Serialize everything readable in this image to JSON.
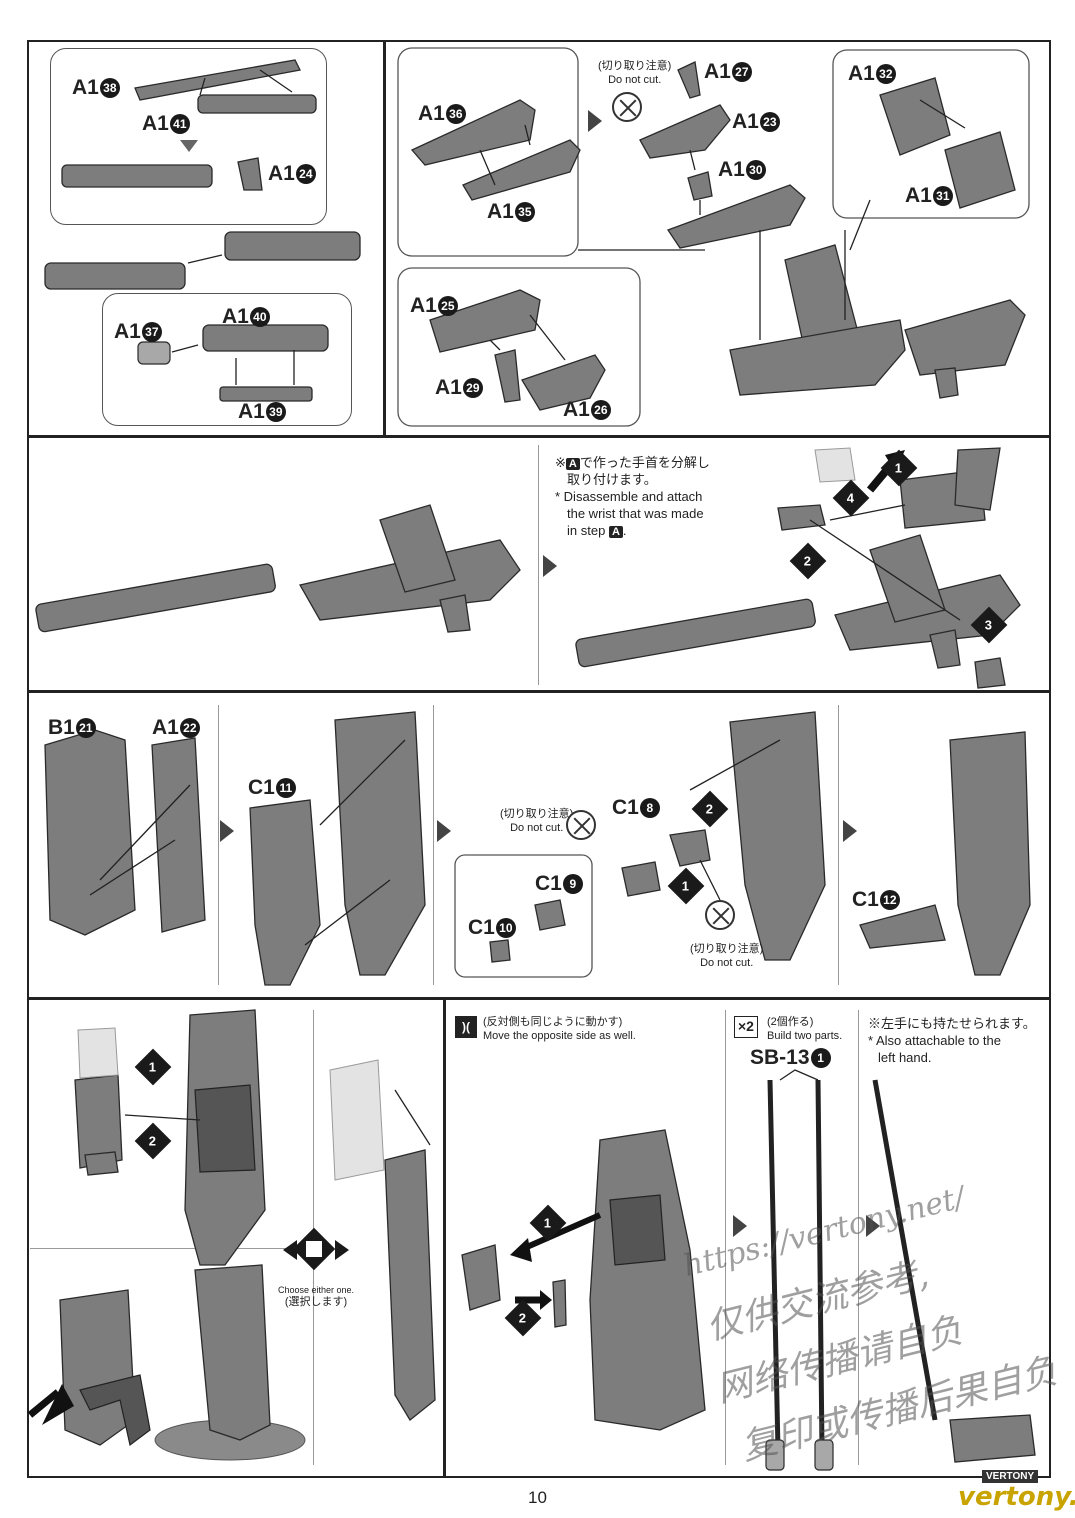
{
  "page_number": "10",
  "panel1": {
    "parts": [
      {
        "letter": "A1",
        "num": "38"
      },
      {
        "letter": "A1",
        "num": "41"
      },
      {
        "letter": "A1",
        "num": "24"
      },
      {
        "letter": "A1",
        "num": "37"
      },
      {
        "letter": "A1",
        "num": "40"
      },
      {
        "letter": "A1",
        "num": "39"
      }
    ]
  },
  "panel2": {
    "parts": [
      {
        "letter": "A1",
        "num": "36"
      },
      {
        "letter": "A1",
        "num": "35"
      },
      {
        "letter": "A1",
        "num": "27"
      },
      {
        "letter": "A1",
        "num": "23"
      },
      {
        "letter": "A1",
        "num": "30"
      },
      {
        "letter": "A1",
        "num": "32"
      },
      {
        "letter": "A1",
        "num": "31"
      },
      {
        "letter": "A1",
        "num": "25"
      },
      {
        "letter": "A1",
        "num": "29"
      },
      {
        "letter": "A1",
        "num": "26"
      }
    ],
    "caution_ja": "(切り取り注意)",
    "caution_en": "Do not cut."
  },
  "panel3": {
    "note_ja_1": "※",
    "note_ja_badge": "A",
    "note_ja_2": "で作った手首を分解し",
    "note_ja_3": "取り付けます。",
    "note_en_1": "* Disassemble and attach",
    "note_en_2": "the wrist that was made",
    "note_en_3": "in step",
    "note_en_badge": "A",
    "note_en_4": ".",
    "steps": [
      "1",
      "2",
      "3",
      "4"
    ]
  },
  "panel4": {
    "parts": [
      {
        "letter": "B1",
        "num": "21"
      },
      {
        "letter": "A1",
        "num": "22"
      },
      {
        "letter": "C1",
        "num": "11"
      },
      {
        "letter": "C1",
        "num": "8"
      },
      {
        "letter": "C1",
        "num": "9"
      },
      {
        "letter": "C1",
        "num": "10"
      },
      {
        "letter": "C1",
        "num": "12"
      }
    ],
    "caution_ja": "(切り取り注意)",
    "caution_en": "Do not cut.",
    "steps": [
      "2",
      "1"
    ]
  },
  "panel5": {
    "steps": [
      "1",
      "2"
    ],
    "choose_en": "Choose either one.",
    "choose_ja": "(選択します)"
  },
  "panel6": {
    "opposite_ja": "(反対側も同じように動かす)",
    "opposite_en": "Move the opposite side as well.",
    "steps": [
      "1",
      "2"
    ]
  },
  "panel7": {
    "multiplier": "×2",
    "build_ja": "(2個作る)",
    "build_en": "Build two parts.",
    "part_letter": "SB-13",
    "part_num": "1",
    "left_ja": "※左手にも持たせられます。",
    "left_en_1": "* Also attachable to the",
    "left_en_2": "left hand."
  },
  "watermark": {
    "url": "https://vertony.net/",
    "line2": "仅供交流参考,",
    "line3": "网络传播请自负",
    "line4": "复印或传播后果自负"
  },
  "logo": {
    "top": "VERTONY",
    "main": "vertony.net"
  }
}
